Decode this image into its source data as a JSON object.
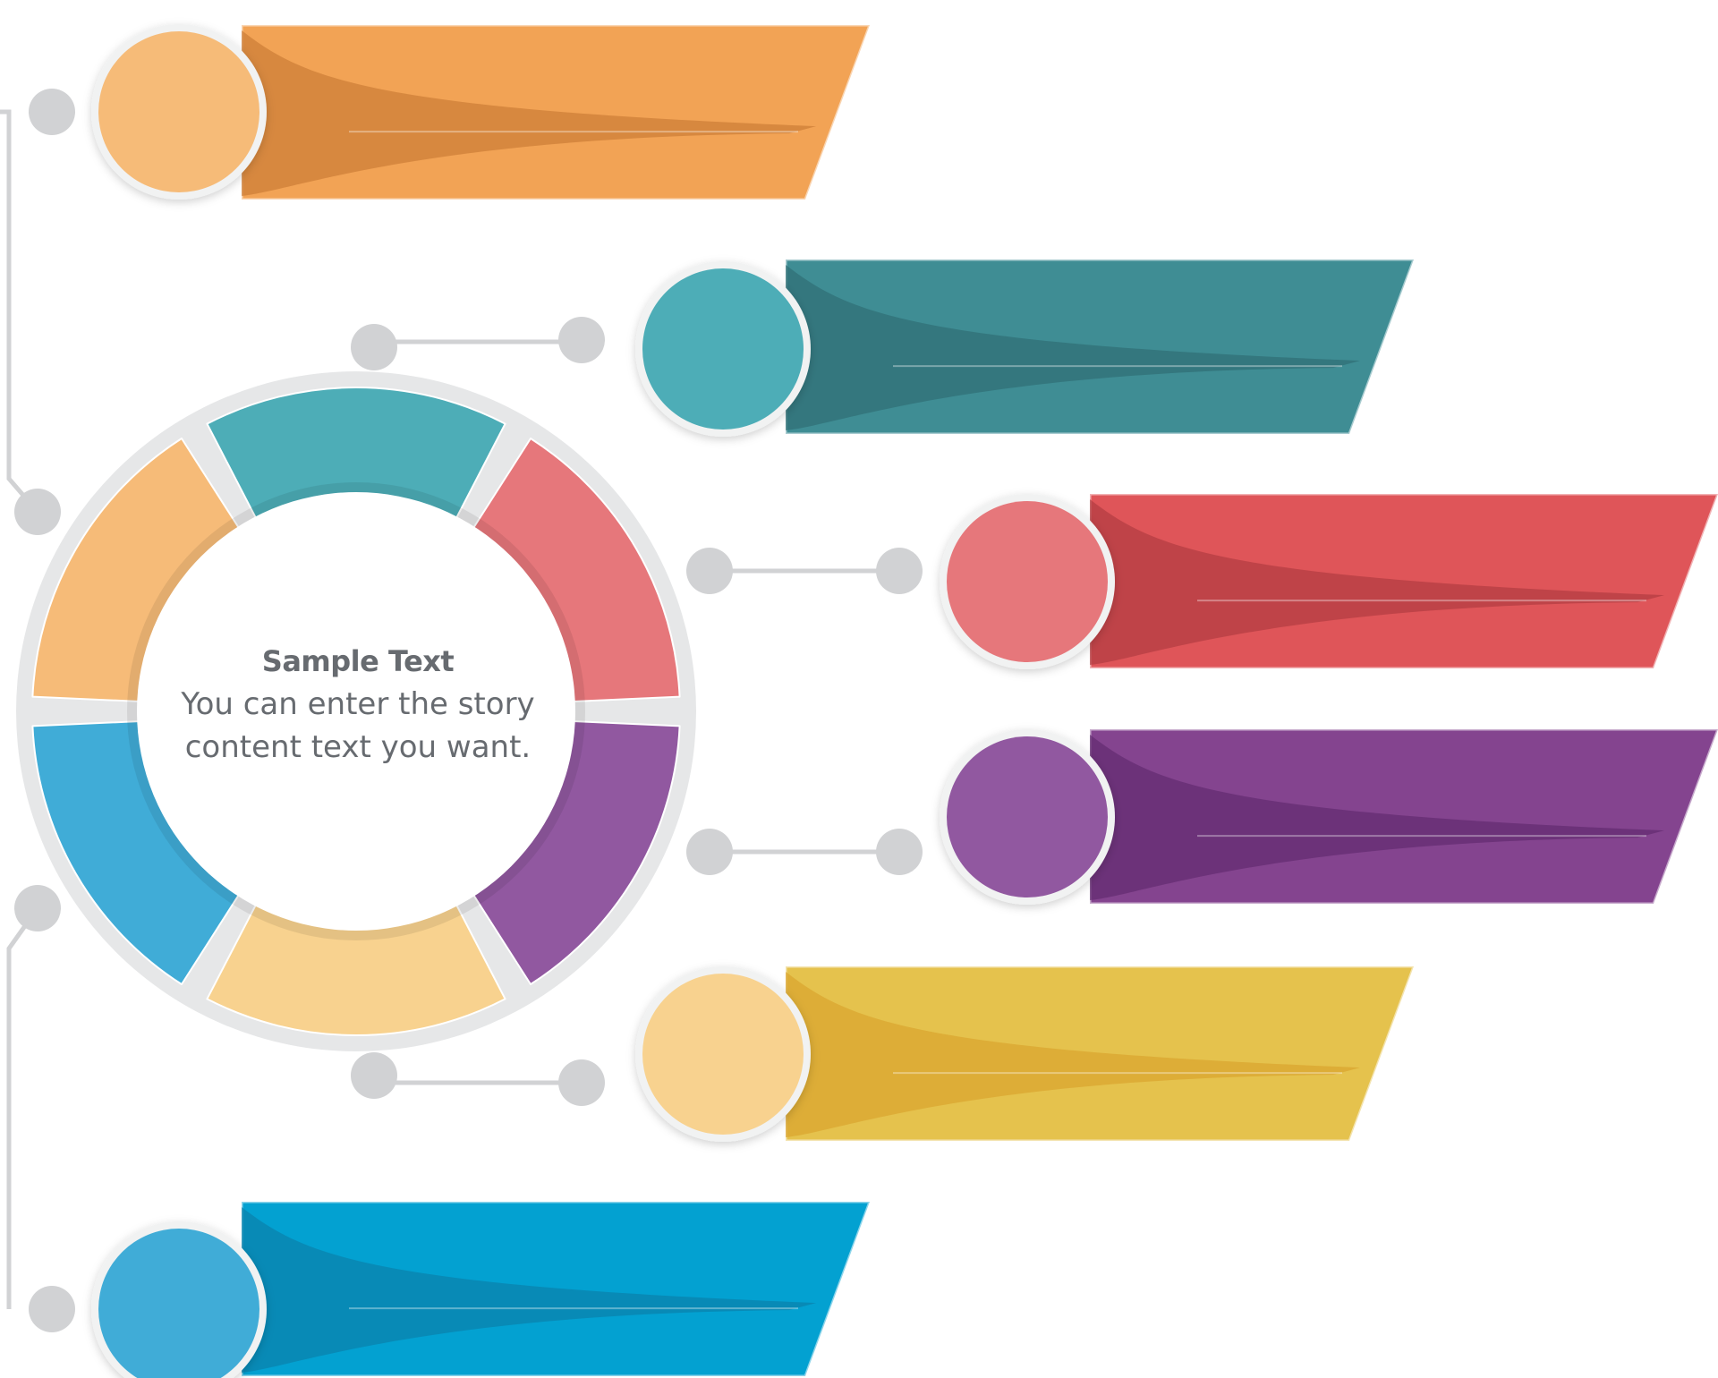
{
  "center": {
    "title": "Sample Text",
    "body_line1": "You can enter the story",
    "body_line2": "content text you want."
  },
  "palette": {
    "orange": {
      "circle": "#f6bb78",
      "banner": "#f2a355",
      "shade": "#c77a34"
    },
    "teal": {
      "circle": "#4dadb7",
      "banner": "#3f8d94",
      "shade": "#2e6c72"
    },
    "red": {
      "circle": "#e6777b",
      "banner": "#df5559",
      "shade": "#ad3a3f"
    },
    "purple": {
      "circle": "#9158a0",
      "banner": "#84448f",
      "shade": "#5f2a6d"
    },
    "yellow": {
      "circle": "#f8d28f",
      "banner": "#e5c24d",
      "shade": "#d9a12b"
    },
    "blue": {
      "circle": "#40acd7",
      "banner": "#03a1d1",
      "shade": "#0a7ea8"
    },
    "connector": "#d1d2d4",
    "ring": "#e6e7e8"
  },
  "ring_segments": [
    {
      "color_key": "teal"
    },
    {
      "color_key": "red"
    },
    {
      "color_key": "purple"
    },
    {
      "color_key": "yellow"
    },
    {
      "color_key": "blue"
    },
    {
      "color_key": "orange"
    }
  ],
  "banners": [
    {
      "color_key": "orange"
    },
    {
      "color_key": "teal"
    },
    {
      "color_key": "red"
    },
    {
      "color_key": "purple"
    },
    {
      "color_key": "yellow"
    },
    {
      "color_key": "blue"
    }
  ]
}
